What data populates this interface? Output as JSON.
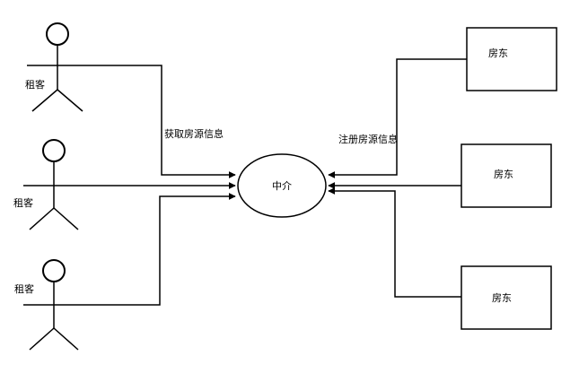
{
  "diagram": {
    "center": {
      "label": "中介"
    },
    "tenants": [
      {
        "label": "租客"
      },
      {
        "label": "租客"
      },
      {
        "label": "租客"
      }
    ],
    "landlords": [
      {
        "label": "房东"
      },
      {
        "label": "房东"
      },
      {
        "label": "房东"
      }
    ],
    "edge_labels": {
      "get_info": "获取房源信息",
      "register_info": "注册房源信息"
    }
  }
}
